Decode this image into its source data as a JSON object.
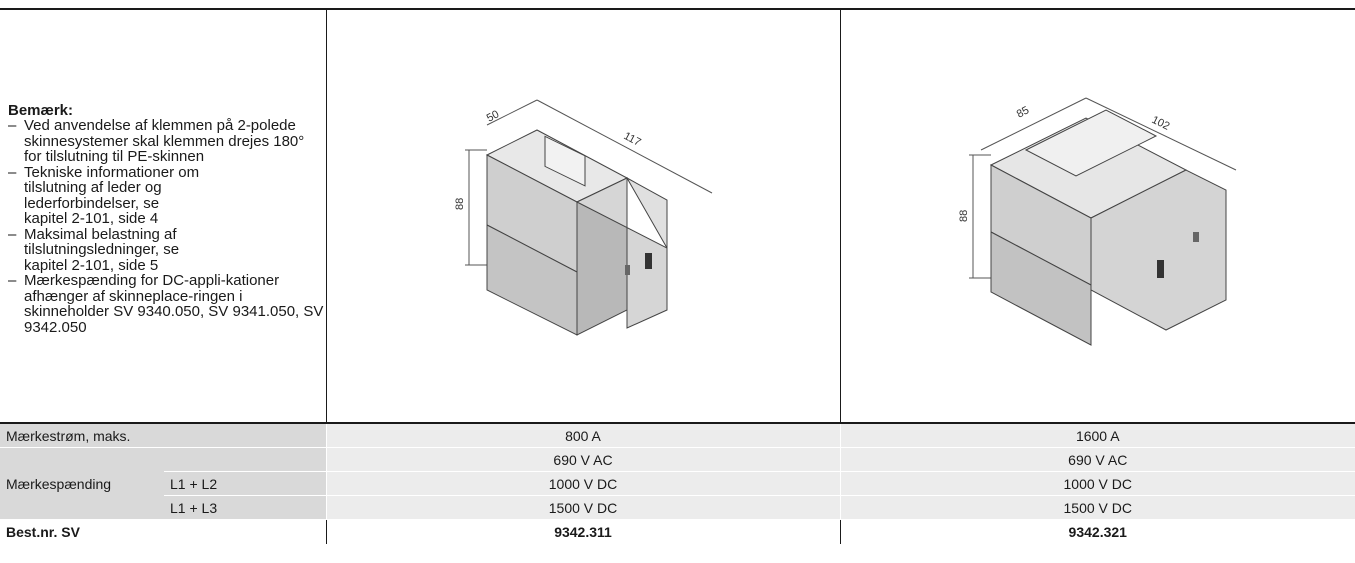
{
  "notes": {
    "title": "Bemærk:",
    "items": [
      "Ved anvendelse af klemmen på 2-polede skinnesystemer skal klemmen drejes 180° for tilslutning til PE-skinnen",
      "Tekniske informationer om tilslutning af leder og lederforbindelser, se kapitel 2-101, side 4",
      "Maksimal belastning af tilslutningsledninger, se kapitel 2-101, side 5",
      "Mærkespænding for DC-appli-kationer afhænger af skinneplace-ringen i skinneholder SV 9340.050, SV 9341.050, SV 9342.050"
    ]
  },
  "products": [
    {
      "dims": {
        "width": "50",
        "length": "117",
        "height": "88"
      }
    },
    {
      "dims": {
        "width": "85",
        "length": "102",
        "height": "88"
      }
    }
  ],
  "rows": {
    "current_label": "Mærkestrøm, maks.",
    "current_values": [
      "800 A",
      "1600 A"
    ],
    "voltage_label": "Mærkespænding",
    "voltage_ac": [
      "690 V AC",
      "690 V AC"
    ],
    "sub_l1l2": "L1 + L2",
    "voltage_l1l2": [
      "1000 V DC",
      "1000 V DC"
    ],
    "sub_l1l3": "L1 + L3",
    "voltage_l1l3": [
      "1500 V DC",
      "1500 V DC"
    ],
    "order_label": "Best.nr. SV",
    "order_values": [
      "9342.311",
      "9342.321"
    ]
  }
}
